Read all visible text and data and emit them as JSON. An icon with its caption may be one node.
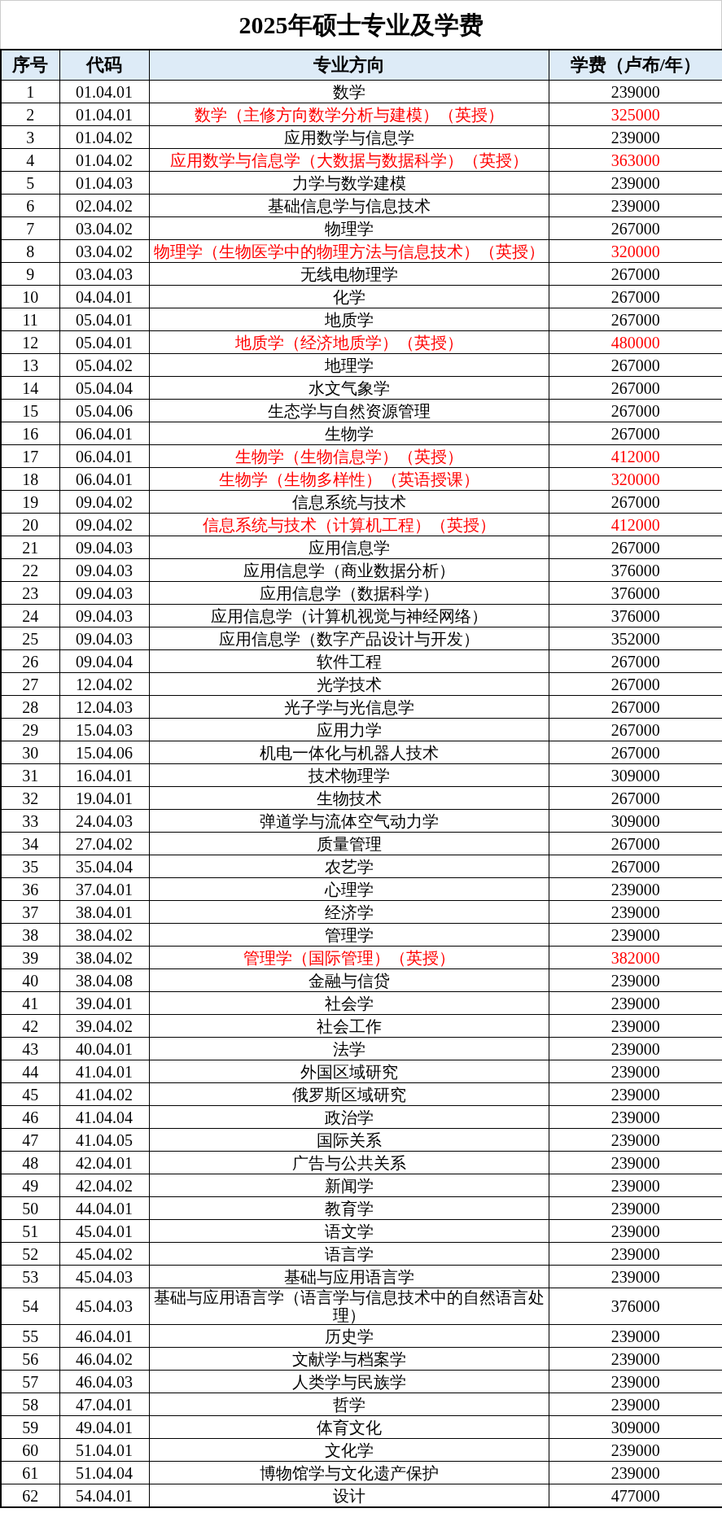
{
  "diagram": {
    "title": "2025年硕士专业及学费",
    "labels": [
      "序号",
      "代码",
      "专业方向",
      "学费（卢布/年）",
      "1",
      "01.04.01",
      "数学",
      "239000",
      "2",
      "01.04.01",
      "数学（主修方向数学分析与建模）（英授）",
      "325000",
      "3",
      "01.04.02",
      "应用数学与信息学",
      "239000",
      "4",
      "01.04.02",
      "应用数学与信息学（大数据与数据科学）（英授）",
      "363000",
      "5",
      "01.04.03",
      "力学与数学建模",
      "239000",
      "6",
      "02.04.02",
      "基础信息学与信息技术",
      "239000",
      "7",
      "03.04.02",
      "物理学",
      "267000",
      "8",
      "03.04.02",
      "物理学（生物医学中的物理方法与信息技术）（英授）",
      "320000",
      "9",
      "03.04.03",
      "无线电物理学",
      "267000",
      "10",
      "04.04.01",
      "化学",
      "267000",
      "11",
      "05.04.01",
      "地质学",
      "267000",
      "12",
      "05.04.01",
      "地质学（经济地质学）（英授）",
      "480000",
      "13",
      "05.04.02",
      "地理学",
      "267000",
      "14",
      "05.04.04",
      "水文气象学",
      "267000",
      "15",
      "05.04.06",
      "生态学与自然资源管理",
      "267000",
      "16",
      "06.04.01",
      "生物学",
      "267000",
      "17",
      "06.04.01",
      "生物学（生物信息学）（英授）",
      "412000",
      "18",
      "06.04.01",
      "生物学（生物多样性）（英语授课）",
      "320000",
      "19",
      "09.04.02",
      "信息系统与技术",
      "267000",
      "20",
      "09.04.02",
      "信息系统与技术（计算机工程）（英授）",
      "412000",
      "21",
      "09.04.03",
      "应用信息学",
      "267000",
      "22",
      "09.04.03",
      "应用信息学（商业数据分析）",
      "376000",
      "23",
      "09.04.03",
      "应用信息学（数据科学）",
      "376000",
      "24",
      "09.04.03",
      "应用信息学（计算机视觉与神经网络）",
      "376000",
      "25",
      "09.04.03",
      "应用信息学（数字产品设计与开发）",
      "352000",
      "26",
      "09.04.04",
      "软件工程",
      "267000",
      "27",
      "12.04.02",
      "光学技术",
      "267000",
      "28",
      "12.04.03",
      "光子学与光信息学",
      "267000",
      "29",
      "15.04.03",
      "应用力学",
      "267000",
      "30",
      "15.04.06",
      "机电一体化与机器人技术",
      "267000",
      "31",
      "16.04.01",
      "技术物理学",
      "309000",
      "32",
      "19.04.01",
      "生物技术",
      "267000",
      "33",
      "24.04.03",
      "弹道学与流体空气动力学",
      "309000",
      "34",
      "27.04.02",
      "质量管理",
      "267000",
      "35",
      "35.04.04",
      "农艺学",
      "267000",
      "36",
      "37.04.01",
      "心理学",
      "239000",
      "37",
      "38.04.01",
      "经济学",
      "239000",
      "38",
      "38.04.02",
      "管理学",
      "239000",
      "39",
      "38.04.02",
      "管理学（国际管理）（英授）",
      "382000",
      "40",
      "38.04.08",
      "金融与信贷",
      "239000",
      "41",
      "39.04.01",
      "社会学",
      "239000",
      "42",
      "39.04.02",
      "社会工作",
      "239000",
      "43",
      "40.04.01",
      "法学",
      "239000",
      "44",
      "41.04.01",
      "外国区域研究",
      "239000",
      "45",
      "41.04.02",
      "俄罗斯区域研究",
      "239000",
      "46",
      "41.04.04",
      "政治学",
      "239000",
      "47",
      "41.04.05",
      "国际关系",
      "239000",
      "48",
      "42.04.01",
      "广告与公共关系",
      "239000",
      "49",
      "42.04.02",
      "新闻学",
      "239000",
      "50",
      "44.04.01",
      "教育学",
      "239000",
      "51",
      "45.04.01",
      "语文学",
      "239000",
      "52",
      "45.04.02",
      "语言学",
      "239000",
      "53",
      "45.04.03",
      "基础与应用语言学",
      "239000",
      "54",
      "45.04.03",
      "基础与应用语言学（语言学与信息技术中的自然语言处理）",
      "376000",
      "55",
      "46.04.01",
      "历史学",
      "239000",
      "56",
      "46.04.02",
      "文献学与档案学",
      "239000",
      "57",
      "46.04.03",
      "人类学与民族学",
      "239000",
      "58",
      "47.04.01",
      "哲学",
      "239000",
      "59",
      "49.04.01",
      "体育文化",
      "309000",
      "60",
      "51.04.01",
      "文化学",
      "239000",
      "61",
      "51.04.04",
      "博物馆学与文化遗产保护",
      "239000",
      "62",
      "54.04.01",
      "设计",
      "477000"
    ]
  }
}
